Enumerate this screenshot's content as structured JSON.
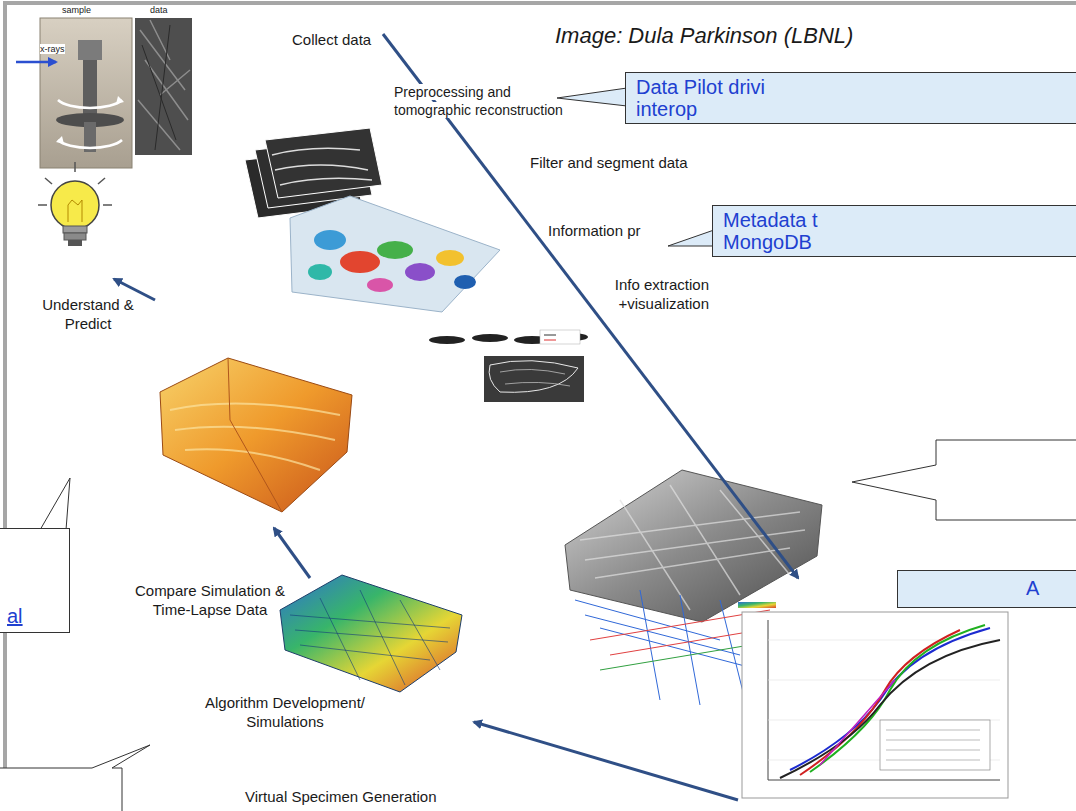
{
  "diagram": {
    "nodes": [
      {
        "text": [
          "Data Pilot drivi interop"
        ]
      },
      {
        "text": [
          "Metadata t MongoDB"
        ]
      },
      {
        "text": [
          "A"
        ]
      },
      {
        "text": [
          "al"
        ]
      }
    ],
    "labels": [
      "Image: Dula Parkinson (LBNL)",
      "sample",
      "data",
      "x-rays",
      "Collect data",
      "Preprocessing and tomographic reconstruction",
      "Filter and segment data",
      "Information pr",
      "Info extraction +visualization",
      "Understand & Predict",
      "Compare Simulation & Time-Lapse Data",
      "Algorithm Development/ Simulations",
      "Virtual Specimen Generation"
    ]
  }
}
